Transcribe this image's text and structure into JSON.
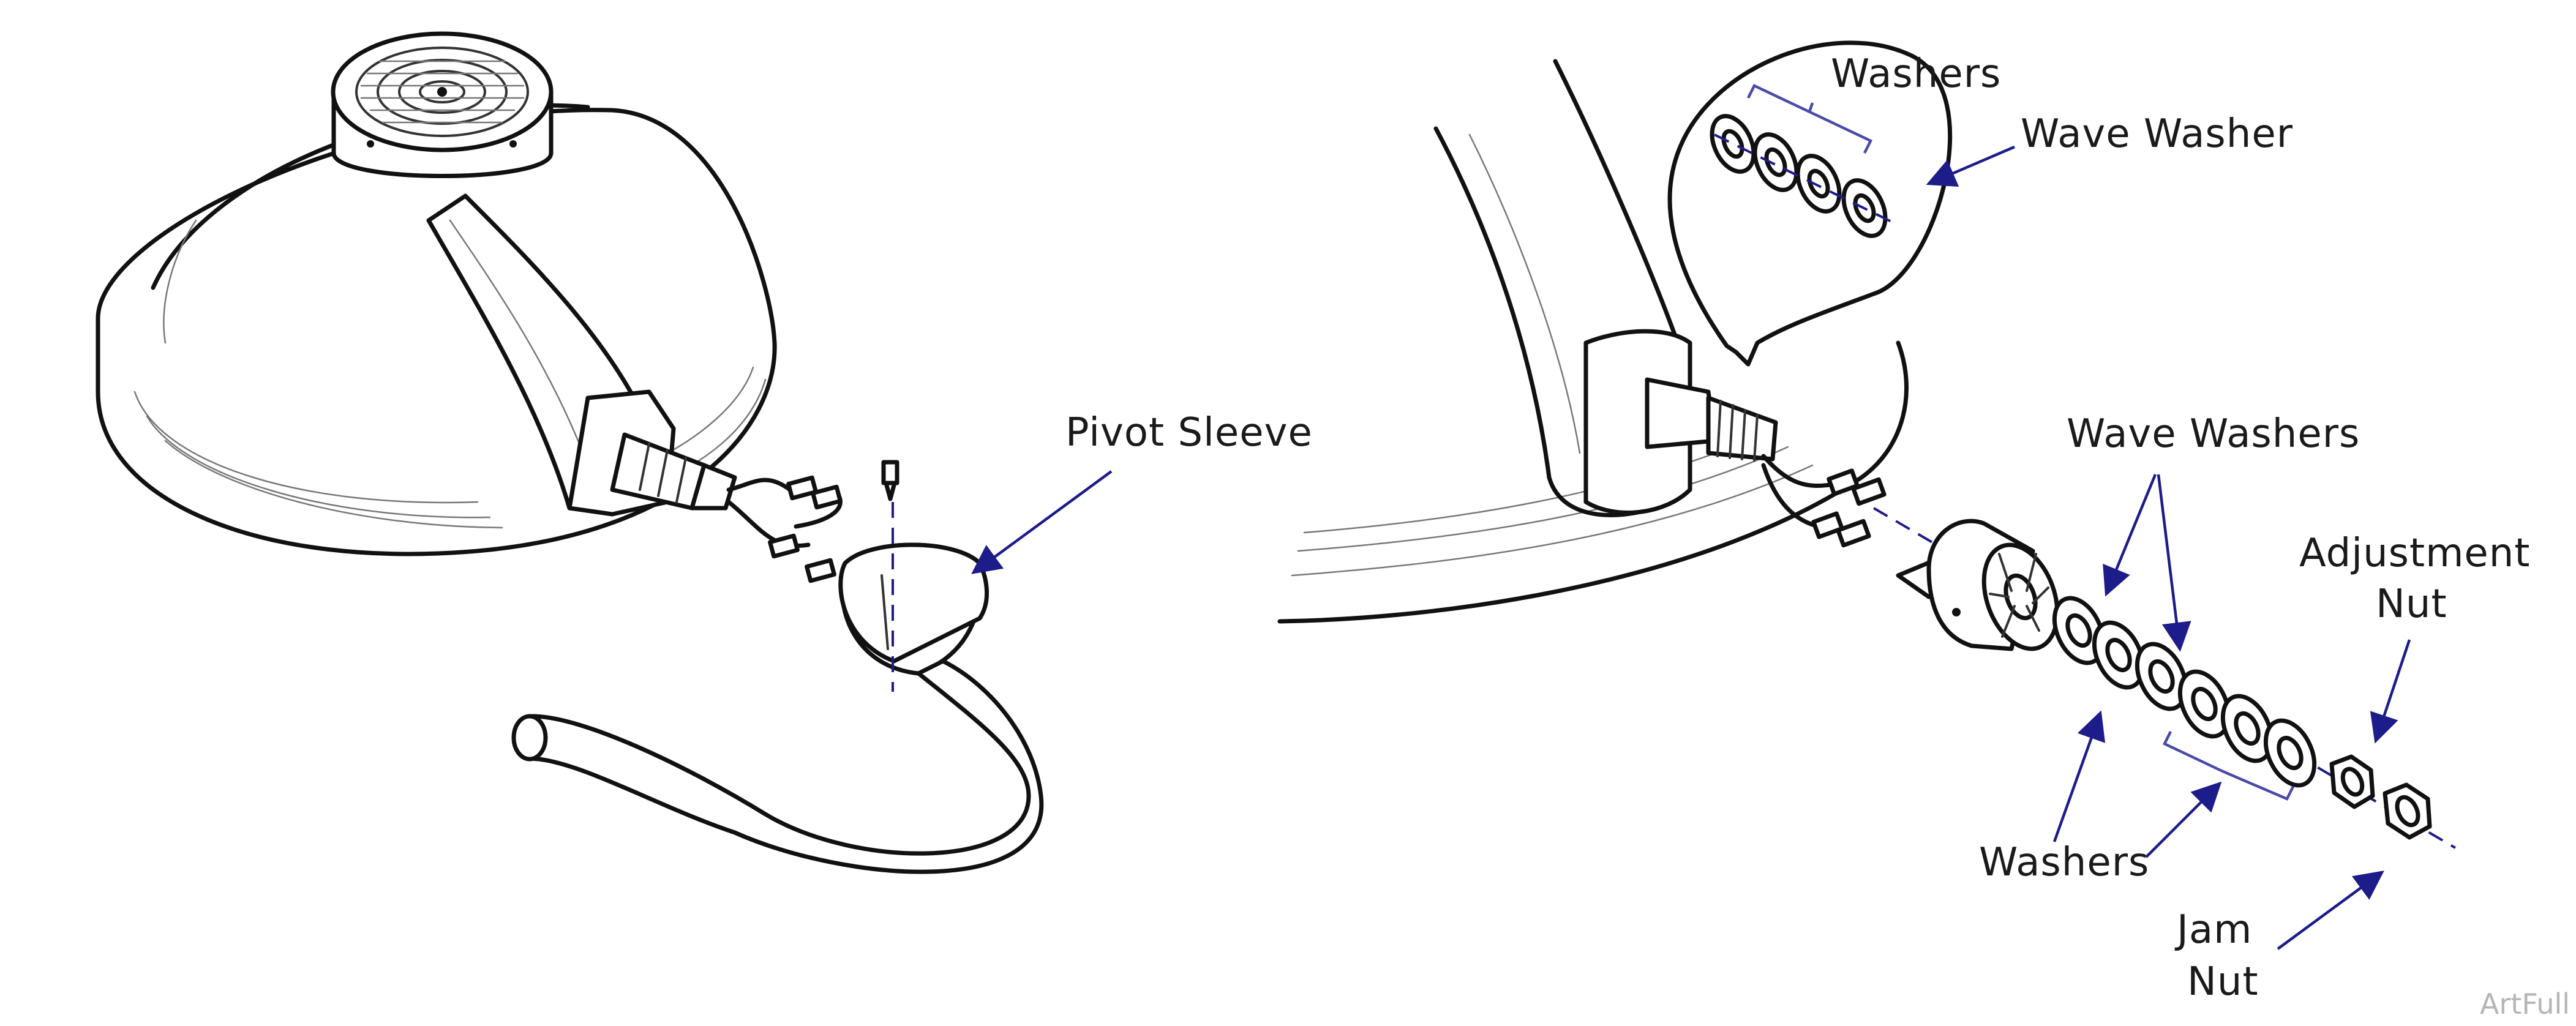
{
  "labels": {
    "pivot_sleeve": "Pivot Sleeve",
    "washers_top": "Washers",
    "wave_washer": "Wave Washer",
    "wave_washers": "Wave Washers",
    "adjustment_nut_line1": "Adjustment",
    "adjustment_nut_line2": "Nut",
    "washers_bottom": "Washers",
    "jam_nut_line1": "Jam",
    "jam_nut_line2": "Nut"
  },
  "credit": "ArtFull",
  "colors": {
    "leader": "#1c1c8a",
    "ink": "#111111",
    "credit": "#b5b5b5"
  }
}
